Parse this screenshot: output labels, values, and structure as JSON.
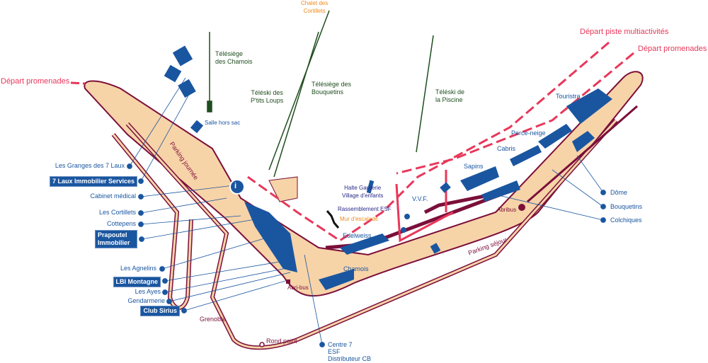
{
  "colors": {
    "building": "#1a56a0",
    "road": "#7b0f3a",
    "zone": "#f7d3a8",
    "piste": "#e8375a",
    "lift": "#1f4d1f",
    "highlight": "#f08a1a"
  },
  "lifts": {
    "chamois": [
      "Télésiège",
      "des Chamois"
    ],
    "ptits_loups": [
      "Téléski des",
      "P'tits Loups"
    ],
    "bouquetins": [
      "Télésiège des",
      "Bouquetins"
    ],
    "piscine": [
      "Téléski de",
      "la Piscine"
    ]
  },
  "chalet": [
    "Chalet des",
    "Cortillets"
  ],
  "departures": {
    "multi": "Départ piste multiactivités",
    "promenades_right": "Départ promenades",
    "promenades_left": "Départ promenades"
  },
  "left_labels": [
    {
      "text": "Les Granges des 7 Laux",
      "boxed": false
    },
    {
      "text": "7 Laux Immobilier Services",
      "boxed": true
    },
    {
      "text": "Cabinet médical",
      "boxed": false
    },
    {
      "text": "Les Cortillets",
      "boxed": false
    },
    {
      "text": "Cottepens",
      "boxed": false
    },
    {
      "text": "Prapoutel Immobilier",
      "boxed": true
    },
    {
      "text": "Les Agnelins",
      "boxed": false
    },
    {
      "text": "LBI Montagne",
      "boxed": true
    },
    {
      "text": "Les Ayes",
      "boxed": false
    },
    {
      "text": "Gendarmerie",
      "boxed": false
    },
    {
      "text": "Club Sirius",
      "boxed": true
    }
  ],
  "right_labels": [
    "Dôme",
    "Bouquetins",
    "Colchiques"
  ],
  "places": {
    "salle": "Salle hors sac",
    "touristra": "Touristra",
    "perce": "Perce-neige",
    "cabris": "Cabris",
    "sapins": "Sapins",
    "vvf": "V.V.F.",
    "edelweiss": "Edelweiss",
    "chamois": "Chamois",
    "halte": [
      "Halte Garderie",
      "Village d'enfants"
    ],
    "esf": "Rassemblement ESF",
    "mur": "Mur d'escalade",
    "abribus": "Abribus",
    "abri_bus": "Abri-bus",
    "parking_sejour": "Parking séjour",
    "parking_journee": "Parking journée",
    "grenoble": "Grenoble",
    "rond_point": "Rond point",
    "centre": [
      "Centre 7",
      "ESF",
      "Distributeur CB"
    ],
    "info": "i"
  }
}
